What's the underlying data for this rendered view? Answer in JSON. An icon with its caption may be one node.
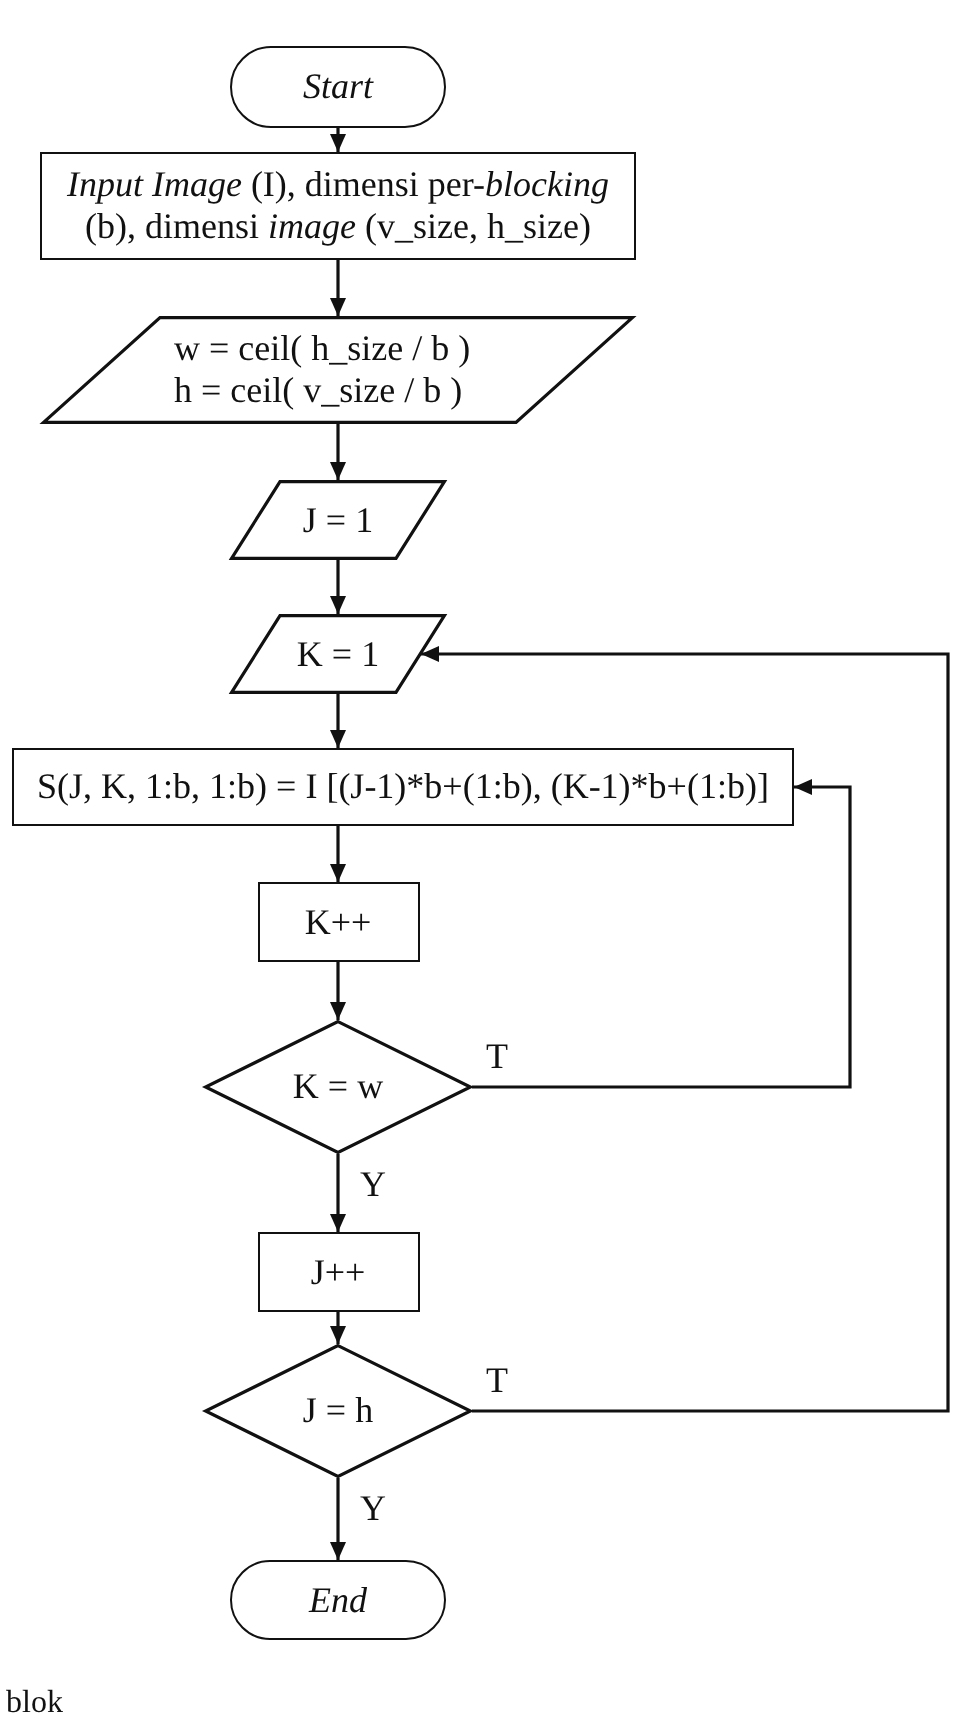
{
  "diagram": {
    "nodes": [
      {
        "text": [
          "Start"
        ]
      },
      {
        "text": [
          "*Input Image* (I), dimensi per-*blocking* (b), dimensi *image* (v_size, h_size)"
        ]
      },
      {
        "text": [
          "w = ceil( h_size / b )",
          "h = ceil( v_size / b )"
        ]
      },
      {
        "text": [
          "J = 1"
        ]
      },
      {
        "text": [
          "K = 1"
        ]
      },
      {
        "text": [
          "S(J, K, 1:b, 1:b) = I [(J-1)*b+(1:b), (K-1)*b+(1:b)]"
        ]
      },
      {
        "text": [
          "K++"
        ]
      },
      {
        "text": [
          "K = w"
        ]
      },
      {
        "text": [
          "J++"
        ]
      },
      {
        "text": [
          "J = h"
        ]
      },
      {
        "text": [
          "End"
        ]
      }
    ],
    "edges": [
      {
        "from": 0,
        "to": 1,
        "arrow": "to"
      },
      {
        "from": 1,
        "to": 2,
        "arrow": "to"
      },
      {
        "from": 2,
        "to": 3,
        "arrow": "to"
      },
      {
        "from": 3,
        "to": 4,
        "arrow": "to"
      },
      {
        "from": 4,
        "to": 5,
        "arrow": "to"
      },
      {
        "from": 5,
        "to": 6,
        "arrow": "to"
      },
      {
        "from": 6,
        "to": 7,
        "arrow": "to"
      },
      {
        "from": 7,
        "to": 5,
        "arrow": "to",
        "label": "T"
      },
      {
        "from": 7,
        "to": 8,
        "arrow": "to",
        "label": "Y"
      },
      {
        "from": 8,
        "to": 9,
        "arrow": "to"
      },
      {
        "from": 9,
        "to": 4,
        "arrow": "to",
        "label": "T"
      },
      {
        "from": 9,
        "to": 10,
        "arrow": "to",
        "label": "Y"
      }
    ],
    "labels": [
      "blok"
    ]
  }
}
